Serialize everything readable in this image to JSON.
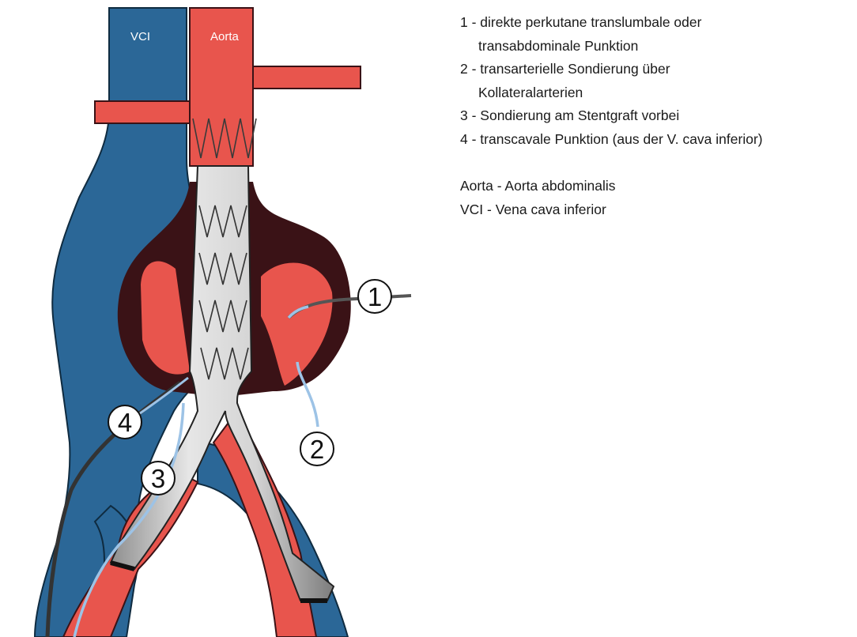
{
  "figure": {
    "vessel_labels": {
      "vci": "VCI",
      "aorta": "Aorta"
    },
    "callouts": [
      "1",
      "2",
      "3",
      "4"
    ],
    "colors": {
      "vein": "#2b6797",
      "artery": "#e8554d",
      "aneurysm_wall": "#3a1216",
      "stentgraft": "#c9c9c9",
      "catheter": "#9dc3e6",
      "sheath": "#333333"
    }
  },
  "legend": {
    "items": [
      {
        "line1": "1 - direkte perkutane translumbale oder",
        "line2": "transabdominale Punktion"
      },
      {
        "line1": "2 - transarterielle Sondierung über",
        "line2": "Kollateralarterien"
      },
      {
        "line1": "3 - Sondierung am Stentgraft vorbei",
        "line2": ""
      },
      {
        "line1": "4 - transcavale Punktion (aus der V. cava inferior)",
        "line2": ""
      }
    ],
    "abbreviations": [
      "Aorta - Aorta abdominalis",
      "VCI - Vena cava inferior"
    ]
  }
}
